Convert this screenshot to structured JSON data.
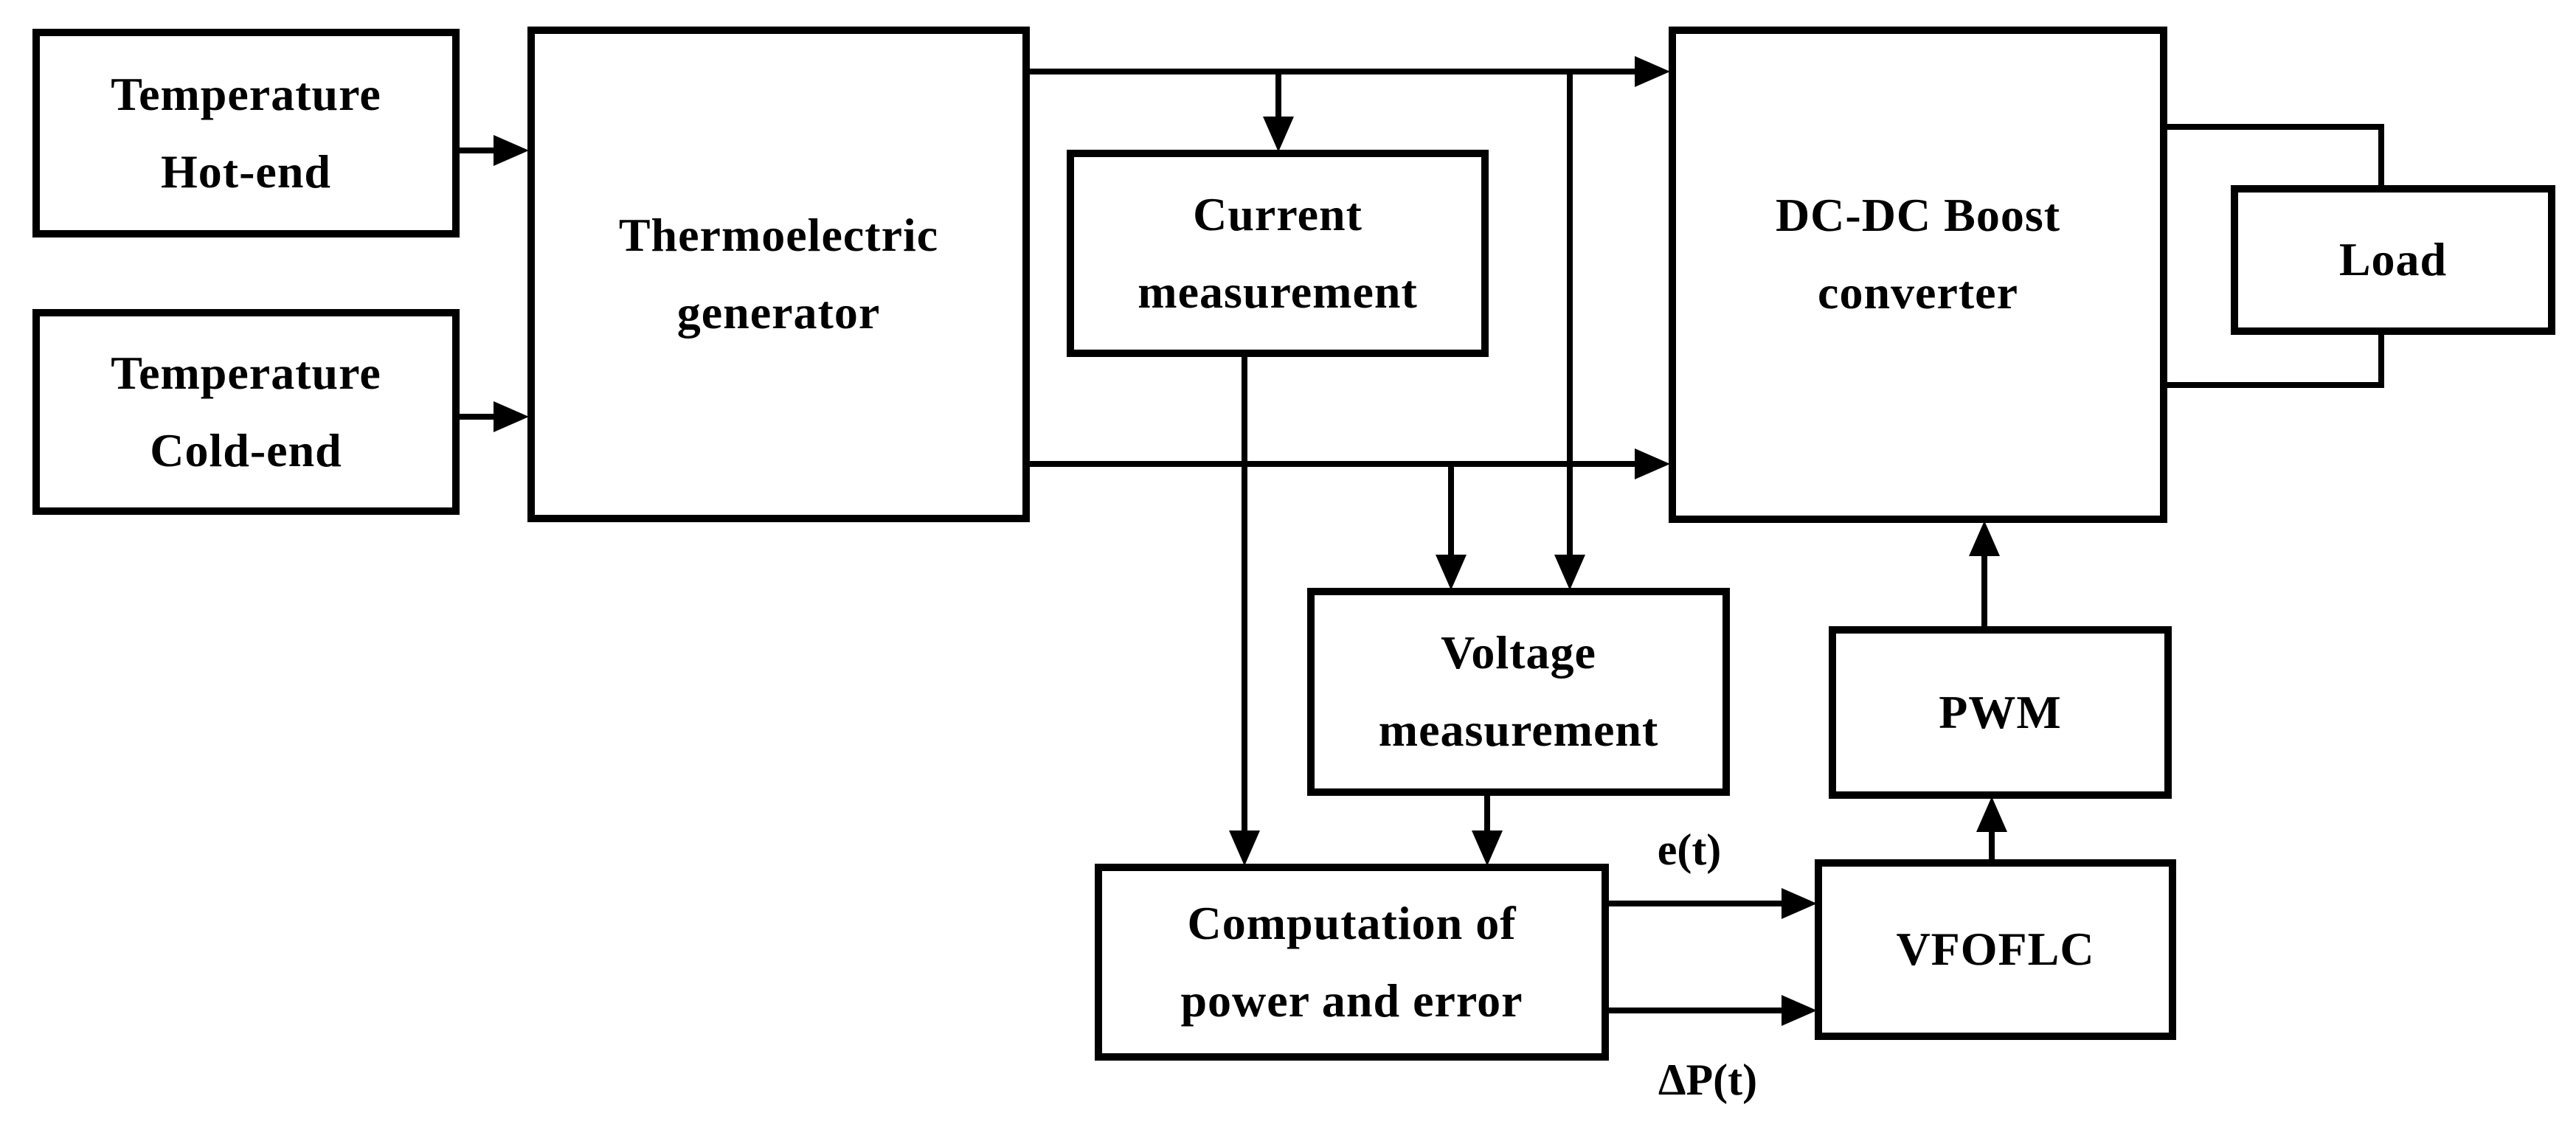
{
  "figure": {
    "type": "block-diagram",
    "background_color": "#ffffff",
    "stroke_color": "#000000",
    "text_color": "#000000"
  },
  "blocks": {
    "temp_hot": {
      "line1": "Temperature",
      "line2": "Hot-end"
    },
    "temp_cold": {
      "line1": "Temperature",
      "line2": "Cold-end"
    },
    "teg": {
      "line1": "Thermoelectric",
      "line2": "generator"
    },
    "current": {
      "line1": "Current",
      "line2": "measurement"
    },
    "dcdc": {
      "line1": "DC-DC Boost",
      "line2": "converter"
    },
    "load": {
      "label": "Load"
    },
    "voltage": {
      "line1": "Voltage",
      "line2": "measurement"
    },
    "pwm": {
      "label": "PWM"
    },
    "computation": {
      "line1": "Computation of",
      "line2": "power and error"
    },
    "vfoflc": {
      "label": "VFOFLC"
    }
  },
  "signals": {
    "error": "e(t)",
    "delta_power": "ΔP(t)"
  }
}
